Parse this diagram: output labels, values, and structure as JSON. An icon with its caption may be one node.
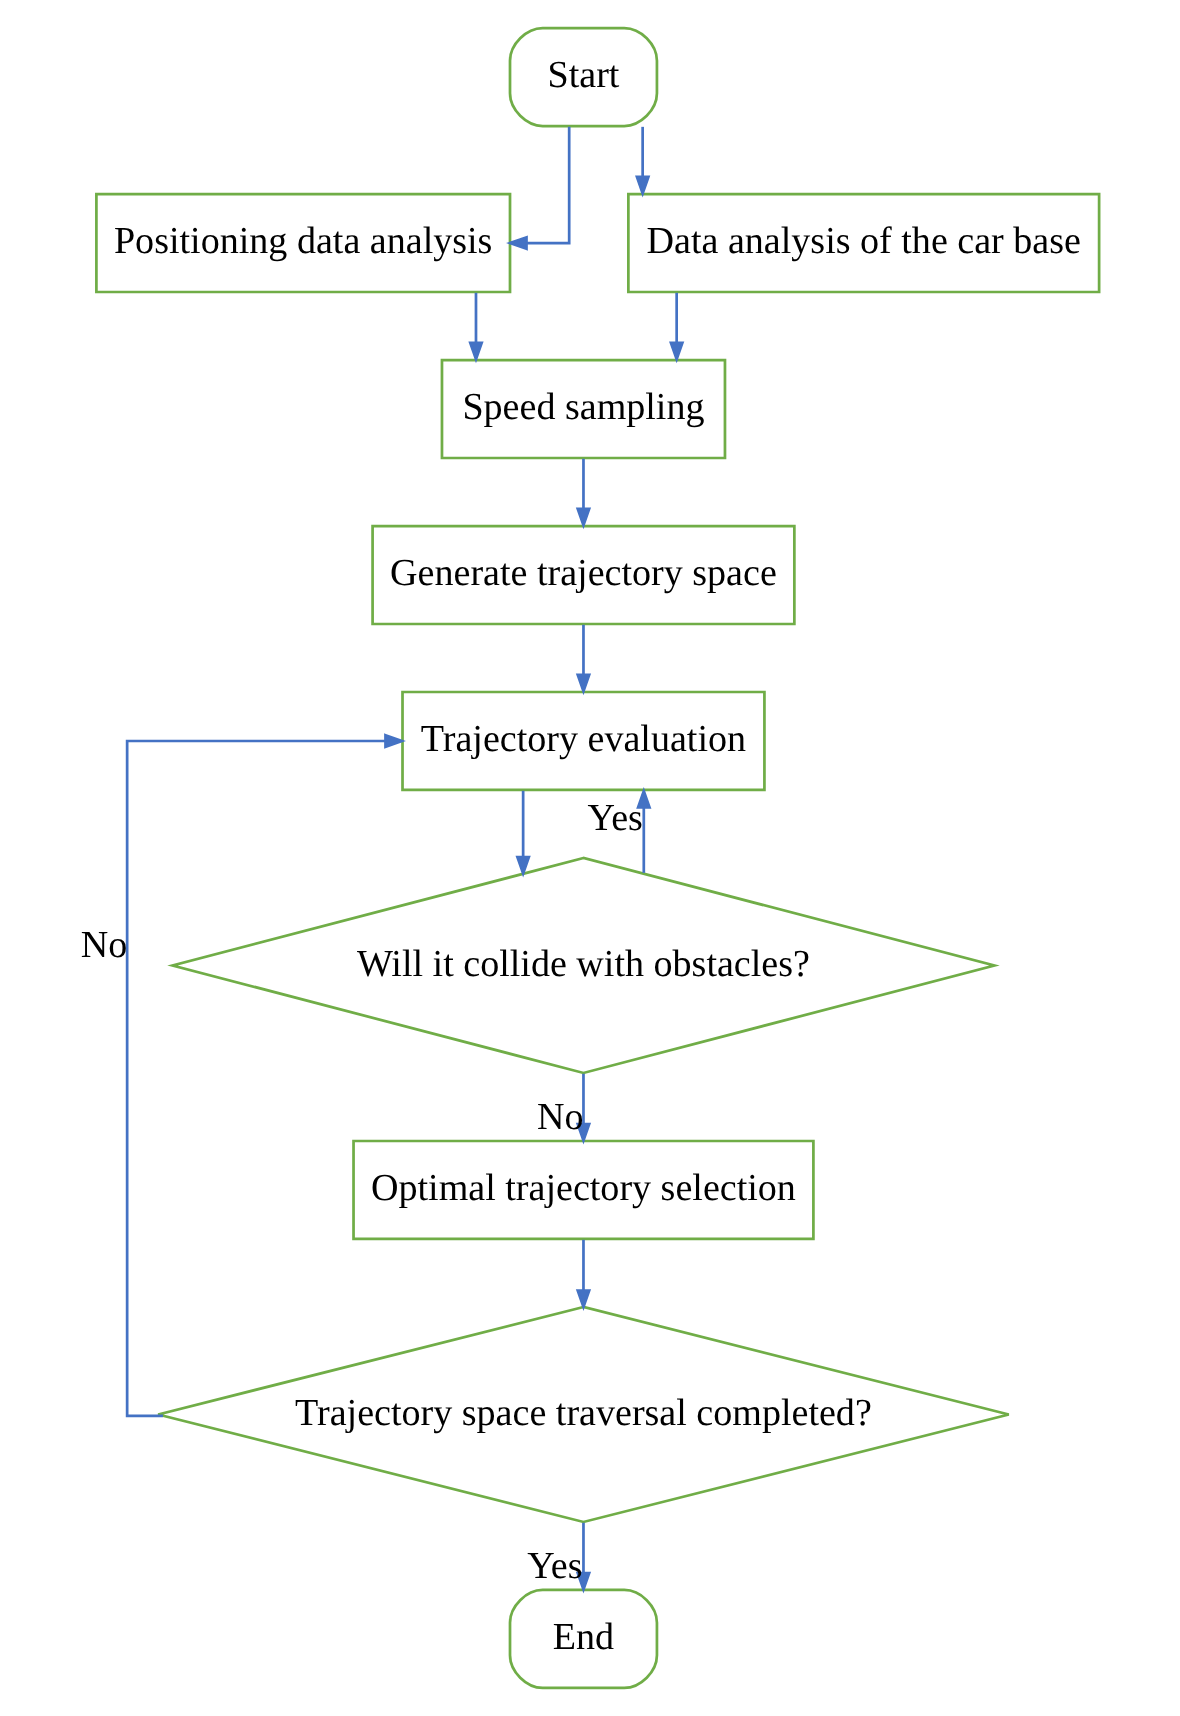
{
  "diagram": {
    "nodes": [
      {
        "text": [
          "Start"
        ]
      },
      {
        "text": [
          "Positioning data analysis"
        ]
      },
      {
        "text": [
          "Data analysis of the car base"
        ]
      },
      {
        "text": [
          "Speed sampling"
        ]
      },
      {
        "text": [
          "Generate trajectory space"
        ]
      },
      {
        "text": [
          "Trajectory evaluation"
        ]
      },
      {
        "text": [
          "Will it collide with obstacles?"
        ]
      },
      {
        "text": [
          "Optimal trajectory selection"
        ]
      },
      {
        "text": [
          "Trajectory space traversal completed?"
        ]
      },
      {
        "text": [
          "End"
        ]
      }
    ],
    "edges": [
      {
        "from": 0,
        "to": 1,
        "arrow": "to"
      },
      {
        "from": 0,
        "to": 2,
        "arrow": "to"
      },
      {
        "from": 1,
        "to": 3,
        "arrow": "to"
      },
      {
        "from": 2,
        "to": 3,
        "arrow": "to"
      },
      {
        "from": 3,
        "to": 4,
        "arrow": "to"
      },
      {
        "from": 4,
        "to": 5,
        "arrow": "to"
      },
      {
        "from": 5,
        "to": 6,
        "arrow": "to"
      },
      {
        "from": 6,
        "to": 5,
        "arrow": "to",
        "label": "Yes"
      },
      {
        "from": 6,
        "to": 7,
        "arrow": "to",
        "label": "No"
      },
      {
        "from": 7,
        "to": 8,
        "arrow": "to"
      },
      {
        "from": 8,
        "to": 5,
        "arrow": "to",
        "label": "No"
      },
      {
        "from": 8,
        "to": 9,
        "arrow": "to",
        "label": "Yes"
      }
    ]
  }
}
